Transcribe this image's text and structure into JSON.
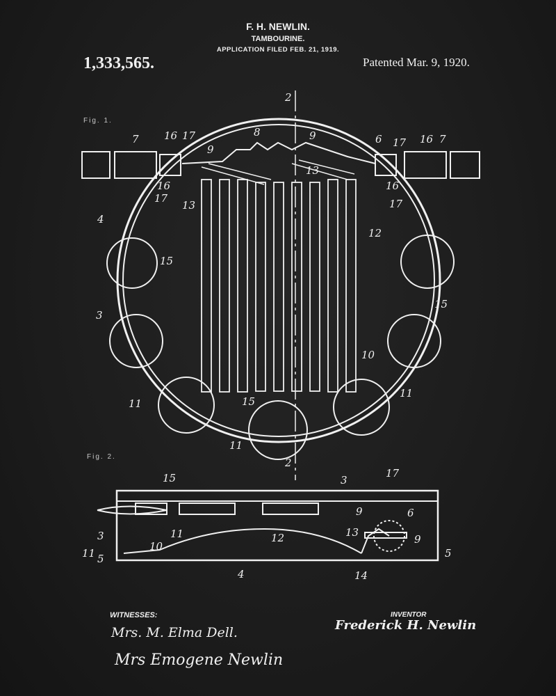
{
  "header": {
    "inventor": "F. H. NEWLIN.",
    "title": "TAMBOURINE.",
    "application": "APPLICATION FILED FEB. 21, 1919.",
    "patent_number": "1,333,565.",
    "patented": "Patented Mar. 9, 1920."
  },
  "figures": {
    "fig1": "Fig. 1.",
    "fig2": "Fig. 2.",
    "section": "2"
  },
  "footer": {
    "witnesses_label": "WITNESSES:",
    "witness1": "Mrs. M. Elma Dell.",
    "witness2": "Mrs Emogene Newlin",
    "inventor_label": "INVENTOR",
    "inventor_signature": "Frederick H. Newlin"
  },
  "colors": {
    "background": "#1c1c1c",
    "ink": "#f0f0f0"
  }
}
